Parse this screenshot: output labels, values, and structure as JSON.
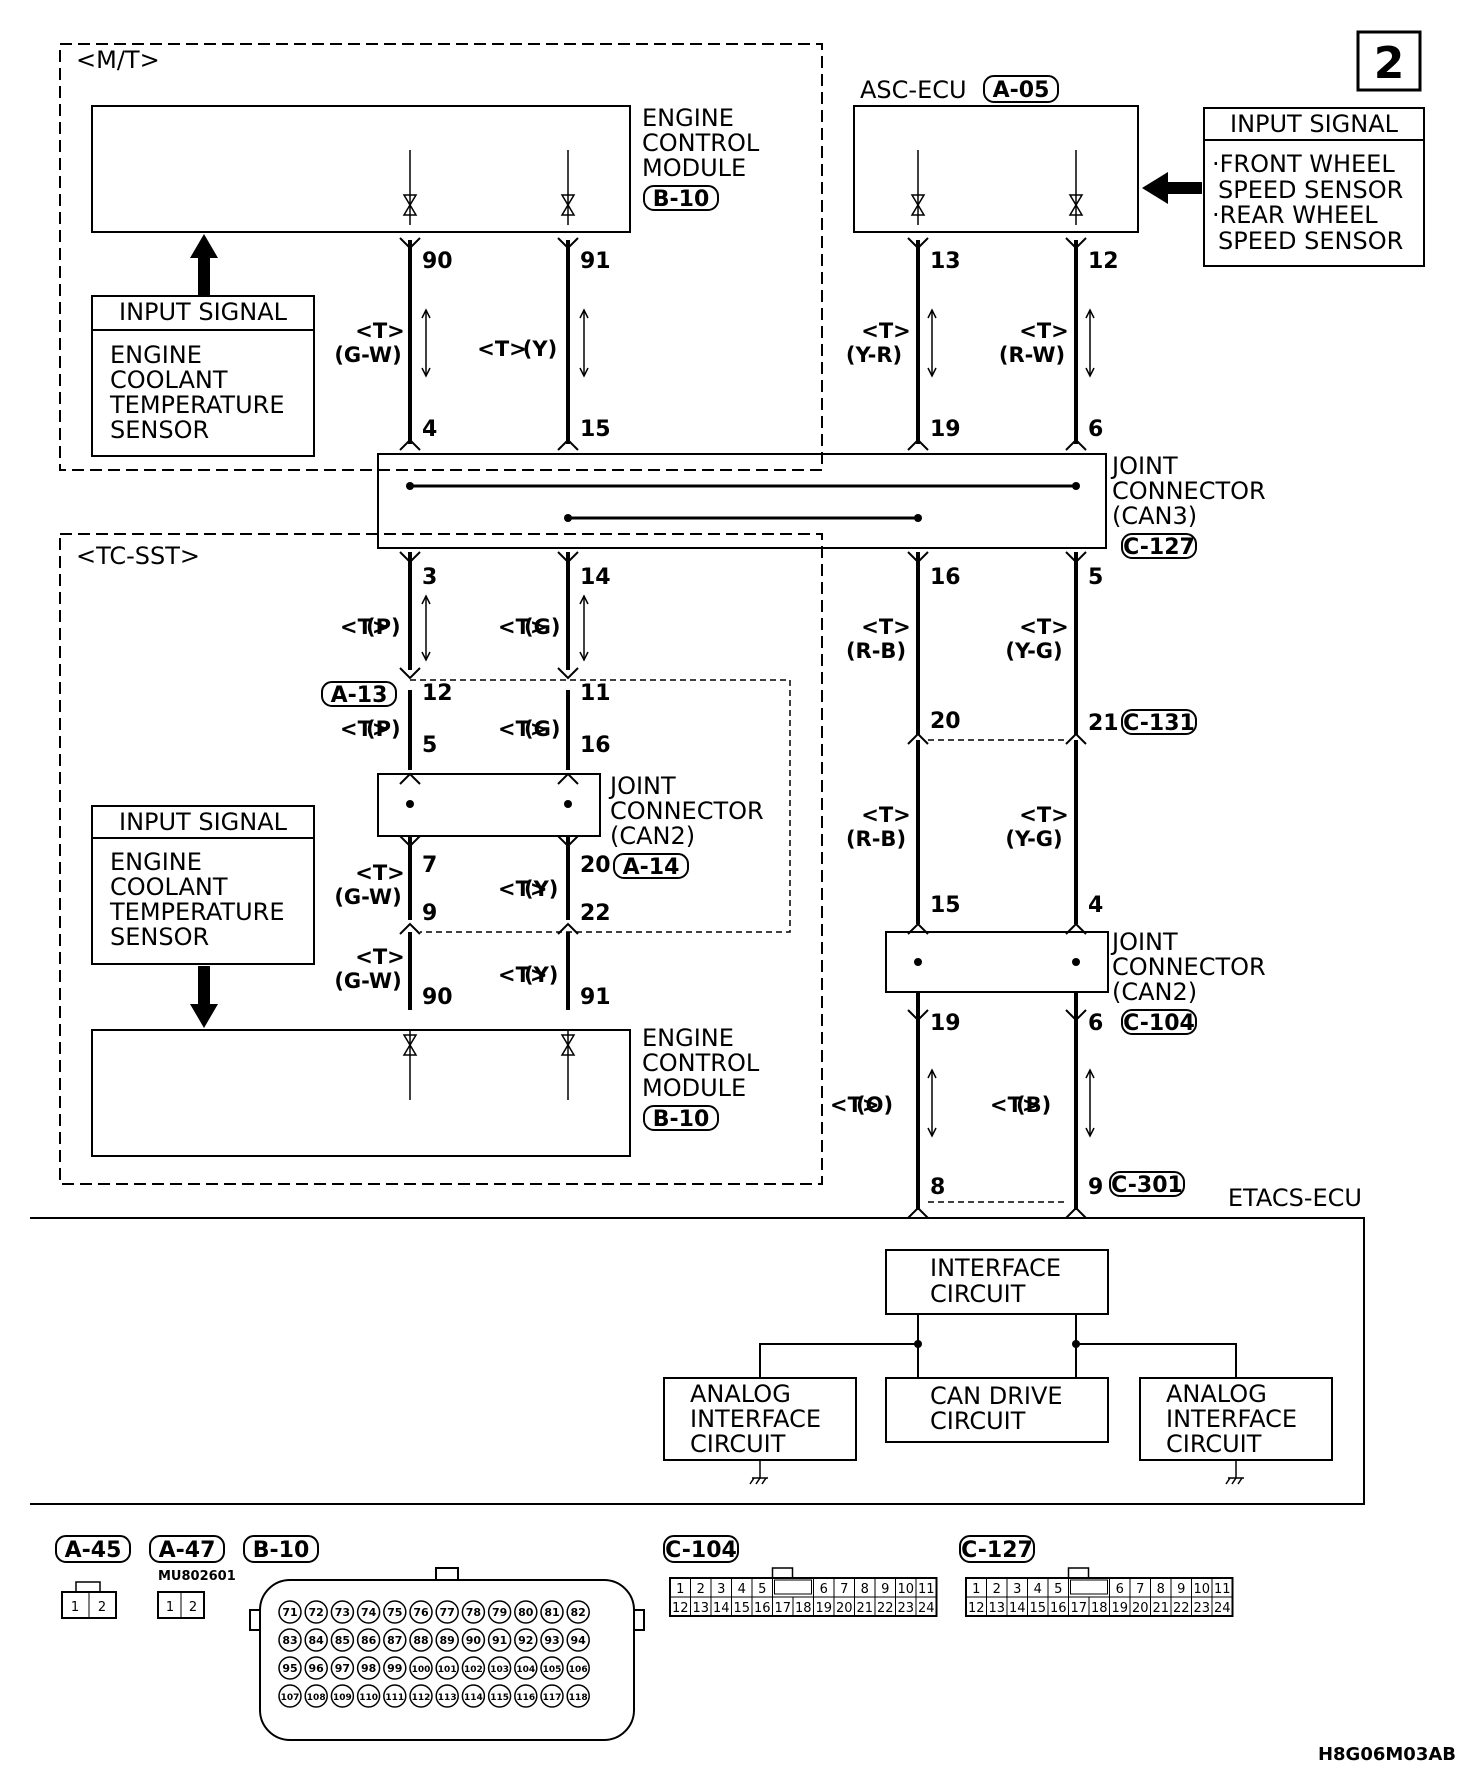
{
  "page_number": "2",
  "figure_code": "H8G06M03AB",
  "mt_section": {
    "label": "<M/T>",
    "ecm": {
      "lines": [
        "ENGINE",
        "CONTROL",
        "MODULE"
      ],
      "connector": "B-10"
    },
    "input_signal": {
      "title": "INPUT SIGNAL",
      "lines": [
        "ENGINE",
        "COOLANT",
        "TEMPERATURE",
        "SENSOR"
      ]
    },
    "pins_top": [
      "90",
      "91"
    ],
    "pins_bottom": [
      "4",
      "15"
    ],
    "wire_left": {
      "tag": "<T>",
      "color": "(G-W)"
    },
    "wire_right": {
      "tag": "<T>",
      "color": "(Y)"
    }
  },
  "asc_ecu": {
    "label": "ASC-ECU",
    "connector": "A-05",
    "pins_top": [
      "13",
      "12"
    ],
    "pins_bottom": [
      "19",
      "6"
    ],
    "wire_left": {
      "tag": "<T>",
      "color": "(Y-R)"
    },
    "wire_right": {
      "tag": "<T>",
      "color": "(R-W)"
    }
  },
  "wheel_input_signal": {
    "title": "INPUT SIGNAL",
    "lines": [
      "·FRONT WHEEL",
      "SPEED SENSOR",
      "·REAR WHEEL",
      "SPEED SENSOR"
    ]
  },
  "joint_can3": {
    "lines": [
      "JOINT",
      "CONNECTOR",
      "(CAN3)"
    ],
    "connector": "C-127",
    "pins_bottom": [
      "3",
      "14",
      "16",
      "5"
    ]
  },
  "tcsst_section": {
    "label": "<TC-SST>",
    "wire_a": {
      "tag": "<T>",
      "left": "(P)",
      "right": "(G)"
    },
    "a13": {
      "connector": "A-13",
      "pins": [
        "12",
        "11"
      ]
    },
    "pins_after_a13": [
      "5",
      "16"
    ],
    "wire_b": {
      "tag": "<T>",
      "left": "(P)",
      "right": "(G)"
    },
    "joint_can2": {
      "lines": [
        "JOINT",
        "CONNECTOR",
        "(CAN2)"
      ],
      "connector": "A-14",
      "pins_bottom": [
        "7",
        "20"
      ]
    },
    "pins_second": [
      "9",
      "22"
    ],
    "wire_c": {
      "tag": "<T>",
      "left": "(G-W)",
      "right": "(Y)"
    },
    "wire_d": {
      "tag": "<T>",
      "left": "(G-W)",
      "right": "(Y)"
    },
    "pins_ecm": [
      "90",
      "91"
    ],
    "input_signal": {
      "title": "INPUT SIGNAL",
      "lines": [
        "ENGINE",
        "COOLANT",
        "TEMPERATURE",
        "SENSOR"
      ]
    },
    "ecm": {
      "lines": [
        "ENGINE",
        "CONTROL",
        "MODULE"
      ],
      "connector": "B-10"
    }
  },
  "right_chain": {
    "wire_1": {
      "tag": "<T>",
      "left": "(R-B)",
      "right": "(Y-G)"
    },
    "c131": {
      "connector": "C-131",
      "pins": [
        "20",
        "21"
      ]
    },
    "wire_2": {
      "tag": "<T>",
      "left": "(R-B)",
      "right": "(Y-G)"
    },
    "pins_before_c104": [
      "15",
      "4"
    ],
    "joint_c104": {
      "lines": [
        "JOINT",
        "CONNECTOR",
        "(CAN2)"
      ],
      "connector": "C-104",
      "pins_bottom": [
        "19",
        "6"
      ]
    },
    "wire_3": {
      "tag": "<T>",
      "left": "(O)",
      "right": "(B)"
    },
    "c301": {
      "connector": "C-301",
      "pins": [
        "8",
        "9"
      ]
    }
  },
  "etacs": {
    "label": "ETACS-ECU",
    "interface": [
      "INTERFACE",
      "CIRCUIT"
    ],
    "can_drive": [
      "CAN DRIVE",
      "CIRCUIT"
    ],
    "analog": [
      "ANALOG",
      "INTERFACE",
      "CIRCUIT"
    ]
  },
  "connector_legend": {
    "a45": "A-45",
    "a47": "A-47",
    "a47_part": "MU802601",
    "b10": "B-10",
    "c104": "C-104",
    "c127": "C-127",
    "two_pin": [
      "1",
      "2"
    ],
    "b10_rows": [
      [
        "71",
        "72",
        "73",
        "74",
        "75",
        "76",
        "77",
        "78",
        "79",
        "80",
        "81",
        "82"
      ],
      [
        "83",
        "84",
        "85",
        "86",
        "87",
        "88",
        "89",
        "90",
        "91",
        "92",
        "93",
        "94"
      ],
      [
        "95",
        "96",
        "97",
        "98",
        "99",
        "100",
        "101",
        "102",
        "103",
        "104",
        "105",
        "106"
      ],
      [
        "107",
        "108",
        "109",
        "110",
        "111",
        "112",
        "113",
        "114",
        "115",
        "116",
        "117",
        "118"
      ]
    ],
    "grid_top": [
      "1",
      "2",
      "3",
      "4",
      "5",
      "6",
      "7",
      "8",
      "9",
      "10",
      "11"
    ],
    "grid_bottom": [
      "12",
      "13",
      "14",
      "15",
      "16",
      "17",
      "18",
      "19",
      "20",
      "21",
      "22",
      "23",
      "24"
    ]
  }
}
